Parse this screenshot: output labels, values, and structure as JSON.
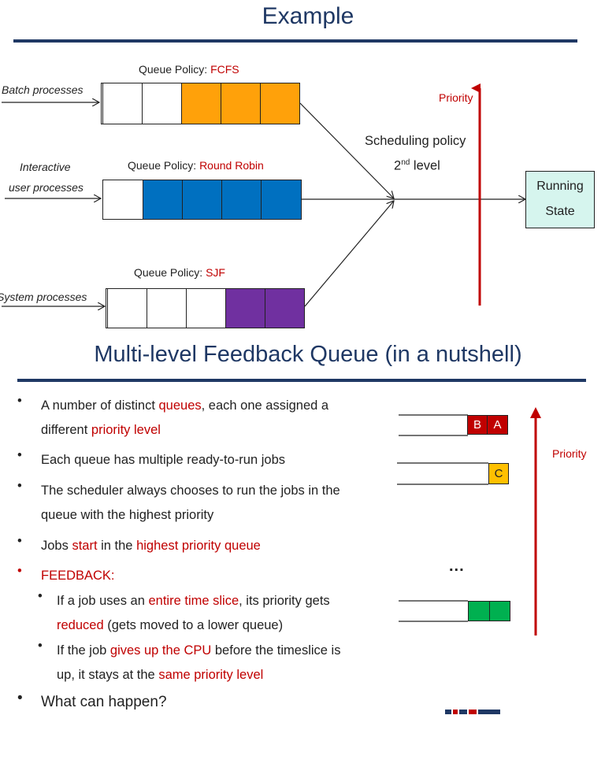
{
  "slide1": {
    "title": "Example",
    "queues": [
      {
        "source_lines": [
          "Batch processes"
        ],
        "policy_prefix": "Queue Policy: ",
        "policy_name": "FCFS",
        "cells": [
          "empty",
          "empty",
          "orange",
          "orange",
          "orange"
        ]
      },
      {
        "source_lines": [
          "Interactive",
          "user processes"
        ],
        "policy_prefix": "Queue Policy: ",
        "policy_name": "Round Robin",
        "cells": [
          "empty",
          "blue",
          "blue",
          "blue",
          "blue"
        ]
      },
      {
        "source_lines": [
          "System processes"
        ],
        "policy_prefix": "Queue Policy: ",
        "policy_name": "SJF",
        "cells": [
          "empty",
          "empty",
          "empty",
          "purple",
          "purple"
        ]
      }
    ],
    "scheduling_line1": "Scheduling policy",
    "level_num": "2",
    "level_sup": "nd",
    "level_word": "level",
    "priority": "Priority",
    "running_line1": "Running",
    "running_line2": "State"
  },
  "slide2": {
    "title": "Multi-level Feedback Queue (in a nutshell)",
    "bullets": {
      "b1_l1_a": "A number of distinct ",
      "b1_l1_b": "queues",
      "b1_l1_c": ", each one assigned a",
      "b1_l2_a": "different ",
      "b1_l2_b": "priority level",
      "b2": "Each queue has multiple ready-to-run jobs",
      "b3_l1": "The scheduler always chooses to run the jobs in the",
      "b3_l2": "queue with the highest priority",
      "b4_a": "Jobs ",
      "b4_b": "start",
      "b4_c": " in the ",
      "b4_d": "highest priority queue",
      "b5": "FEEDBACK:",
      "s1_l1_a": "If a job uses an ",
      "s1_l1_b": "entire time slice",
      "s1_l1_c": ", its priority gets",
      "s1_l2_a": "reduced",
      "s1_l2_b": " (gets moved to a lower queue)",
      "s2_l1_a": "If the job ",
      "s2_l1_b": "gives up the CPU",
      "s2_l1_c": " before the timeslice is",
      "s2_l2_a": "up, it stays at the ",
      "s2_l2_b": "same priority level",
      "b6": "What can happen?"
    },
    "job_b": "B",
    "job_a": "A",
    "job_c": "C",
    "ellipsis": "...",
    "priority": "Priority"
  },
  "colors": {
    "title_blue": "#1f3864",
    "accent_red": "#c00000",
    "orange": "#ffa10a",
    "blue": "#0070c0",
    "purple": "#7030a0",
    "running_bg": "#d6f5ee",
    "job_red": "#c00000",
    "job_yellow": "#ffc000",
    "job_green": "#00b050"
  }
}
